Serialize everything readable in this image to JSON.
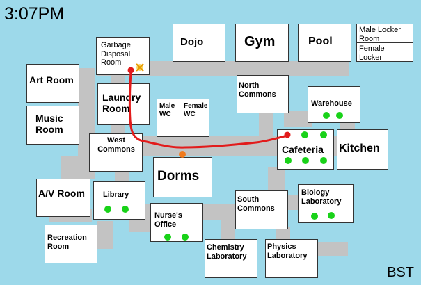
{
  "clock": "3:07PM",
  "corner_label": "BST",
  "rooms": {
    "dojo": "Dojo",
    "gym": "Gym",
    "pool": "Pool",
    "male_locker": "Male Locker Room",
    "female_locker": "Female Locker",
    "garbage": "Garbage Disposal Room",
    "art": "Art Room",
    "music": "Music Room",
    "laundry": "Laundry Room",
    "male_wc": "Male WC",
    "female_wc": "Female WC",
    "north_commons": "North Commons",
    "warehouse": "Warehouse",
    "west_commons": "West Commons",
    "cafeteria": "Cafeteria",
    "kitchen": "Kitchen",
    "dorms": "Dorms",
    "av": "A/V Room",
    "library": "Library",
    "south_commons": "South Commons",
    "biology": "Biology Laboratory",
    "nurse": "Nurse's Office",
    "recreation": "Recreation Room",
    "chemistry": "Chemistry Laboratory",
    "physics": "Physics Laboratory"
  },
  "colors": {
    "water": "#9dd9ea",
    "hallway": "#c3c3c3",
    "route": "#e21b1b",
    "person_green": "#19d219",
    "person_orange": "#f07a1c",
    "marker_x": "#e8a000"
  }
}
